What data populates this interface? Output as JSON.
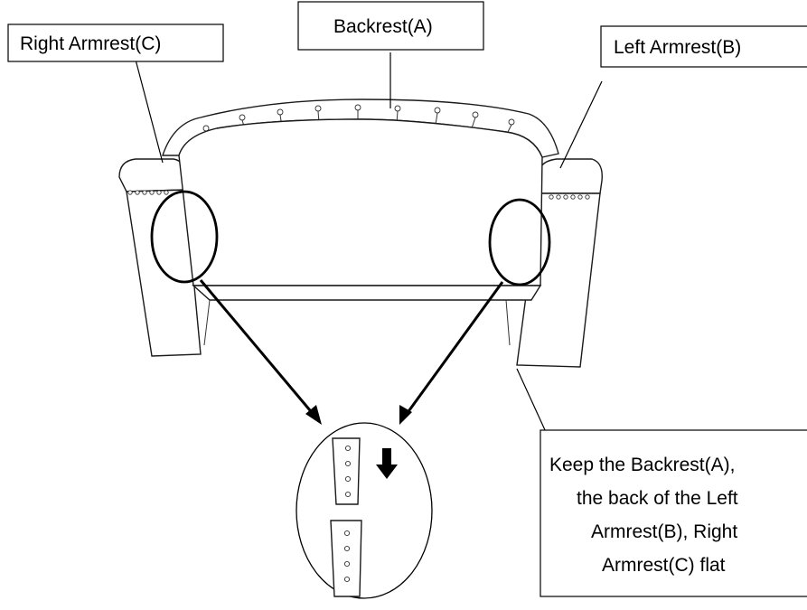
{
  "labels": {
    "backrest": "Backrest(A)",
    "right_armrest": "Right Armrest(C)",
    "left_armrest": "Left Armrest(B)",
    "note_line1": "Keep the Backrest(A),",
    "note_line2": "the back of the  Left",
    "note_line3": "Armrest(B),  Right",
    "note_line4": "Armrest(C) flat"
  },
  "colors": {
    "line": "#000000",
    "background": "#ffffff"
  },
  "icons": {
    "detail_arrow": "arrow-down-icon"
  }
}
